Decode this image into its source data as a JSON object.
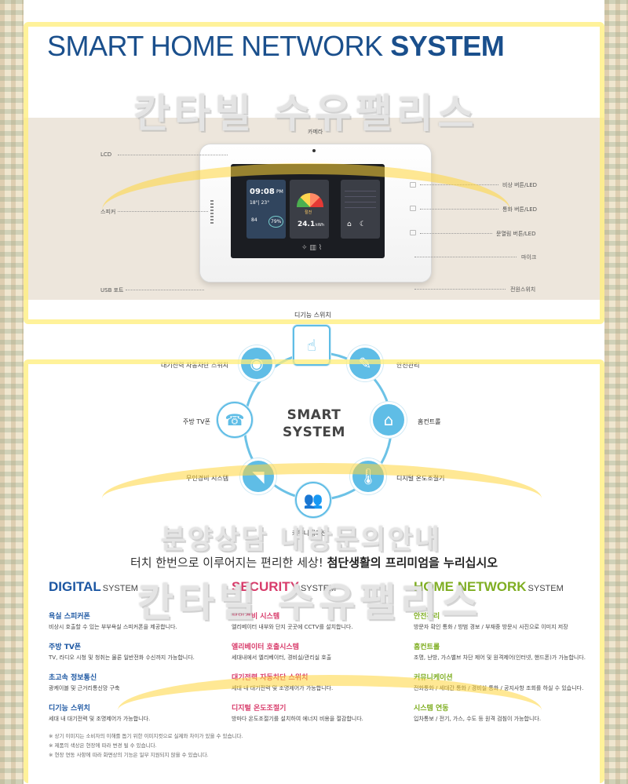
{
  "header": {
    "title_light": "SMART HOME NETWORK ",
    "title_bold": "SYSTEM"
  },
  "watermarks": [
    "칸타빌 수유팰리스",
    "분양상담 내방문의안내",
    "칸타빌 수유팰리스"
  ],
  "device_labels": {
    "camera": "카메라",
    "lcd": "LCD",
    "speaker": "스피커",
    "usb": "USB 포트",
    "emergency": "비상 버튼/LED",
    "call": "통화 버튼/LED",
    "door": "문열림 버튼/LED",
    "mic": "마이크",
    "power": "전원스위치"
  },
  "screen": {
    "time": "09:08",
    "ampm": "PM",
    "temp_range": "18°| 23°",
    "humidity_a": "84",
    "humidity_b": "79%",
    "power_value": "24.1",
    "power_unit": "kWh",
    "energy_label": "절전"
  },
  "smart_system": {
    "center_line1": "SMART",
    "center_line2": "SYSTEM",
    "nodes": [
      {
        "label": "디기능 스위치",
        "icon": "touch-switch-icon"
      },
      {
        "label": "안전관리",
        "icon": "safety-icon"
      },
      {
        "label": "홈컨트롤",
        "icon": "home-control-icon"
      },
      {
        "label": "디지털 온도조절기",
        "icon": "thermometer-icon"
      },
      {
        "label": "커뮤니케이션",
        "icon": "community-icon"
      },
      {
        "label": "무인경비 시스템",
        "icon": "cctv-icon"
      },
      {
        "label": "주방 TV폰",
        "icon": "tv-phone-icon"
      },
      {
        "label": "대기전력 자동차단 스위치",
        "icon": "lamp-icon"
      }
    ]
  },
  "tagline": {
    "normal": "터치 한번으로 이루어지는 편리한 세상! ",
    "bold": "첨단생활의 프리미엄을 누리십시오"
  },
  "columns": [
    {
      "title": "DIGITAL",
      "suffix": "SYSTEM",
      "items": [
        {
          "title": "욕실 스피커폰",
          "desc": "비상시 호출할 수 있는 부부욕실 스피커폰을 제공합니다."
        },
        {
          "title": "주방 TV폰",
          "desc": "TV, 라디오 시청 및 청취는 물론 일반전화 수신까지 가능합니다."
        },
        {
          "title": "초고속 정보통신",
          "desc": "광케이블 및 근거리통신망 구축"
        },
        {
          "title": "디기능 스위치",
          "desc": "세대 내 대기전력 및 조명제어가 가능합니다."
        }
      ]
    },
    {
      "title": "SECURITY",
      "suffix": "SYSTEM",
      "items": [
        {
          "title": "무인경비 시스템",
          "desc": "엘리베이터 내부와 단지 곳곳에 CCTV를 설치합니다."
        },
        {
          "title": "엘리베이터 호출시스템",
          "desc": "세대내에서 엘리베이터, 경비실/관리실 호출"
        },
        {
          "title": "대기전력 자동차단 스위치",
          "desc": "세대 내 대기전력 및 조명제어가 가능합니다."
        },
        {
          "title": "디지털 온도조절기",
          "desc": "방마다 온도조절기를 설치하여 에너지 비용을 절감합니다."
        }
      ]
    },
    {
      "title": "HOME NETWORK",
      "suffix": "SYSTEM",
      "items": [
        {
          "title": "안전관리",
          "desc": "방문자 확인 통화 / 방범 경보 / 부재중 방문시 사진으로 이미지 저장"
        },
        {
          "title": "홈컨트롤",
          "desc": "조명, 난방, 가스밸브 차단 제어 및 원격제어(인터넷, 핸드폰)가 가능합니다."
        },
        {
          "title": "커뮤니케이션",
          "desc": "전화통화 / 세대간 통화 / 경비실 통화 / 공지사항 조회를 하실 수 있습니다."
        },
        {
          "title": "시스템 연동",
          "desc": "입차통보 / 전기, 가스, 수도 등 원격 검침이 가능합니다."
        }
      ]
    }
  ],
  "notes": [
    "※ 상기 이미지는 소비자의 이해를 돕기 위한 이미지컷으로 실제와 차이가 있을 수 있습니다.",
    "※ 제품의 색상은 현장에 따라 변경 될 수 있습니다.",
    "※ 현장 연동 사항에 따라 화면상의 기능은 일부 지원되지 않을 수 있습니다."
  ],
  "colors": {
    "digital": "#1b56a2",
    "security": "#d83b6a",
    "home_network": "#7fae22",
    "ring": "#6cc2e6"
  }
}
